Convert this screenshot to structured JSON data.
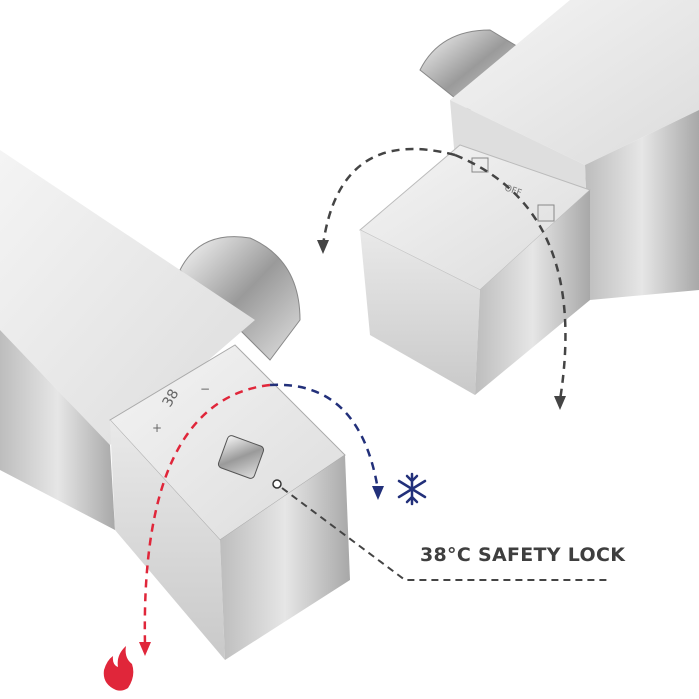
{
  "callout": {
    "label": "38°C SAFETY LOCK"
  },
  "dial_markings": {
    "temperature": "38",
    "plus": "+",
    "minus": "−",
    "off": "OFF"
  },
  "icons": {
    "hot": "flame-icon",
    "cold": "snowflake-icon"
  },
  "colors": {
    "hot_arrow": "#e0263a",
    "cold_arrow": "#22307a",
    "gray_arrow": "#444444",
    "label": "#3f3f3f"
  }
}
